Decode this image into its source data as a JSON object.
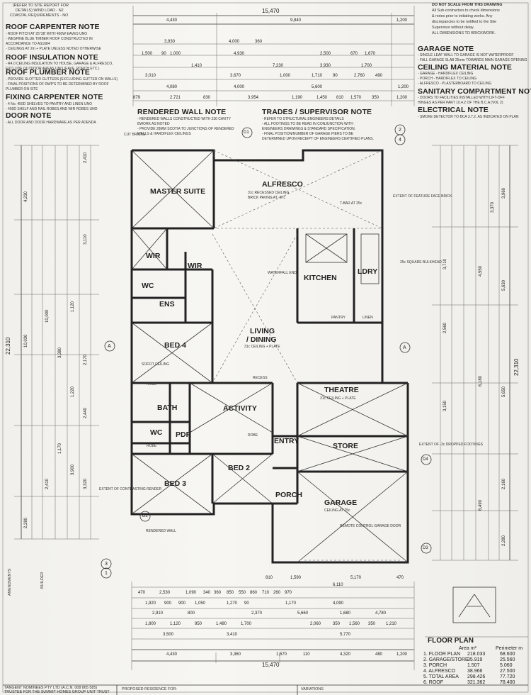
{
  "header_note": {
    "lines": [
      "(REFER TO SITE REPORT FOR",
      "DETAILS) WIND LOAD - N2",
      "COASTAL REQUIREMENTS - NO"
    ]
  },
  "top_right_note": {
    "lines": [
      "DO NOT SCALE FROM THIS DRAWING",
      "All Sub-contractors to check dimensions",
      "& notes prior to initiating works. Any",
      "discrepancies to be notified to the Site",
      "Supervisor without delay.",
      "ALL DIMENSIONS TO BRICKWORK."
    ]
  },
  "left_notes": [
    {
      "title": "ROOF CARPENTER NOTE",
      "lines": [
        "- ROOF PITCH AT 25°38' WITH 450W EAVES UNO",
        "- WESPINE BLUE TIMBER ROOF CONSTRUCTED IN",
        "ACCORDANCE TO AS1684",
        "- CEILINGS AT 2m + PLATE UNLESS NOTED OTHERWISE"
      ]
    },
    {
      "title": "ROOF INSULATION NOTE",
      "lines": [
        "- R4.0 CEILING INSULATION TO HOUSE, GARAGE & ALFRESCO,",
        "EXCLUDE OUTDOOR AREAS UNO (EAVE, PORCH ETC.)"
      ]
    },
    {
      "title": "ROOF PLUMBER NOTE",
      "lines": [
        "- PROVIDE SLOTTED GUTTERS (EXCLUDING GUTTER ON WALLS)",
        "- FINAL POSITIONS OF RWP'S TO BE DETERMINED BY ROOF",
        "PLUMBER ON SITE"
      ]
    },
    {
      "title": "FIXING CARPENTER NOTE",
      "lines": [
        "- 4 No. 450D SHELVES TO PANTRY AND LINEN UNO",
        "- 450D SHELF AND RAIL ROBES AND WIR ROBES UNO"
      ]
    },
    {
      "title": "DOOR NOTE",
      "lines": [
        "- ALL DOOR AND DOOR HARDWARE AS PER ADENDA"
      ]
    }
  ],
  "right_notes": [
    {
      "title": "GARAGE NOTE",
      "lines": [
        "- SINGLE LEAF WALL TO GARAGE IS NOT WATERPROOF",
        "- FALL GARAGE SLAB 25mm TOWARDS MAIN GARAGE OPENING"
      ]
    },
    {
      "title": "CEILING MATERIAL NOTE",
      "lines": [
        "- GARAGE - HARDIFLEX CEILING",
        "- PORCH - HARDIFLEX TO CEILING",
        "- ALFRESCO - PLASTERBOARD TO CEILING"
      ]
    },
    {
      "title": "SANITARY COMPARTMENT NOTE",
      "lines": [
        "- DOORS TO FACILITIES INSTALLED WITH LIFT-OFF",
        "HINGES AS PER PART 10.4.2 OF THE B.C.A (VOL 2)"
      ]
    },
    {
      "title": "ELECTRICAL NOTE",
      "lines": [
        "- SMOKE DETECTOR TO BCA 3.7.2. AS INDICATED ON PLAN"
      ]
    }
  ],
  "mid_notes": [
    {
      "title": "RENDERED WALL NOTE",
      "lines": [
        "- RENDERED WALLS CONSTRUCTED WITH 230 CAVITY",
        "BWORK AS NOTED",
        "- PROVIDE 28MM SCOTIA TO JUNCTIONS OF RENDERED",
        "WALLS & HARDIFLEX CEILINGS"
      ]
    },
    {
      "title": "TRADES / SUPERVISOR NOTE",
      "lines": [
        "- REFER TO STRUCTURAL ENGINEERS DETAILS",
        "- ALL FOOTINGS TO BE READ IN CONJUNCTION WITH",
        "ENGINEERS DRAWINGS & STANDARD SPECIFICATION.",
        "- FINAL POSITION/NUMBER OF GARAGE PIERS TO BE",
        "DETERMINED UPON RECEIPT OF ENGINEERS CERTIFIED PLANS."
      ]
    }
  ],
  "rooms": {
    "master_suite": "MASTER SUITE",
    "alfresco": "ALFRESCO",
    "kitchen": "KITCHEN",
    "ldry": "LDRY",
    "wir_top": "WIR",
    "wir_mid": "WIR",
    "wc_top": "WC",
    "ens": "ENS",
    "living": "LIVING",
    "dining": "/ DINING",
    "bed4": "BED 4",
    "bath": "BATH",
    "wc_bot": "WC",
    "pdr": "PDR",
    "activity": "ACTIVITY",
    "theatre": "THEATRE",
    "entry": "ENTRY",
    "store": "STORE",
    "bed2": "BED 2",
    "bed3": "BED 3",
    "porch": "PORCH",
    "garage": "GARAGE"
  },
  "plan_labels": {
    "alfresco_sub": "31c RECESSED CEILING",
    "alfresco_sub2": "BRICK PAVING AT -87c",
    "living_sub": "31c CEILING + PLATE",
    "theatre_sub": "31c CEILING + PLATE",
    "garage_sub": "CEILING AT 25c",
    "garage_door": "REMOTE CONTROL GARAGE DOOR",
    "rendered_wall": "RENDERED WALL",
    "bulkhead": "25c SQUARE BULKHEAD",
    "waterfall": "WATERFALL END",
    "pantry": "PANTRY",
    "linen": "LINEN",
    "robe1": "ROBE",
    "robe2": "ROBE",
    "robe3": "ROBE",
    "recess": "RECESS",
    "extent_render": "EXTENT OF CONTRASTING RENDER",
    "extent_feature": "EXTENT OF FEATURE FACE BRICK",
    "cut_bricks": "CUT BRICKS",
    "t_bar": "T-BAR AT 25c",
    "dropped_footings": "EXTENT OF -3c DROPPED FOOTINGS",
    "soffit": "SOFFIT CEILING"
  },
  "markers": {
    "d1": "D1",
    "d2": "D2",
    "d3": "D3",
    "d4": "D4",
    "a_left": "A",
    "a_right": "A",
    "s2": "2",
    "s4": "4",
    "s3": "3",
    "s1": "1"
  },
  "dims_top": {
    "overall": "15,470",
    "a": "4,430",
    "b": "9,840",
    "c": "1,200",
    "row2": [
      "3,930",
      "4,000",
      "360",
      "2,500",
      "670",
      "1,670"
    ],
    "row3": [
      "1,500",
      "90",
      "1,000",
      "1,410",
      "4,930",
      "7,230",
      "3,930",
      "1,700"
    ],
    "row4": [
      "3,010",
      "3,670",
      "1,000",
      "1,710",
      "90",
      "2,760",
      "490"
    ],
    "row5": [
      "4,080",
      "4,000",
      "5,600",
      "1,200"
    ],
    "row6": [
      "879",
      "2,721",
      "830",
      "3,954",
      "1,190",
      "1,450",
      "810",
      "1,570",
      "350",
      "1,200"
    ]
  },
  "dims_bottom": {
    "overall": "15,470",
    "a": "4,430",
    "b": "3,360",
    "c": "1,570",
    "d": "110",
    "e": "4,320",
    "f": "480",
    "g": "1,200",
    "row1": [
      "470",
      "2,530",
      "1,090",
      "340",
      "360",
      "850",
      "550",
      "860",
      "710",
      "260",
      "970"
    ],
    "row2": [
      "1,920",
      "900",
      "900",
      "1,050",
      "1,270",
      "90",
      "1,170",
      "4,090"
    ],
    "row3": [
      "2,910",
      "800",
      "2,370",
      "5,660",
      "1,680",
      "4,780"
    ],
    "row4": [
      "1,800",
      "1,120",
      "950",
      "1,480",
      "1,700",
      "2,060",
      "350",
      "1,560",
      "350",
      "1,210"
    ],
    "row5": [
      "3,500",
      "3,410",
      "5,770"
    ],
    "row6": [
      "6,110",
      "5,170",
      "810",
      "1,590",
      "470"
    ]
  },
  "dims_left": {
    "overall": "22,310",
    "parts": [
      "4,230",
      "10,030",
      "2,280"
    ],
    "inner": [
      "2,410",
      "3,110",
      "1,120",
      "10,000",
      "3,380",
      "2,170",
      "1,220",
      "2,440",
      "3,900",
      "3,320",
      "1,170",
      "2,410"
    ]
  },
  "dims_right": {
    "overall": "22,310",
    "parts": [
      "3,960",
      "5,630",
      "5,650",
      "2,160",
      "2,280"
    ],
    "inner": [
      "3,370",
      "4,550",
      "3,710",
      "2,560",
      "6,180",
      "3,150",
      "6,490"
    ]
  },
  "legend": {
    "title": "FLOOR PLAN",
    "col_area": "Area m²",
    "col_perim": "Perimeter m",
    "rows": [
      {
        "label": "1. FLOOR PLAN",
        "area": "218.033",
        "perim": "68.600"
      },
      {
        "label": "2. GARAGE/STORE",
        "area": "35.919",
        "perim": "25.560"
      },
      {
        "label": "3. PORCH",
        "area": "1.507",
        "perim": "5.060"
      },
      {
        "label": "4. ALFRESCO",
        "area": "38.966",
        "perim": "27.500"
      },
      {
        "label": "5. TOTAL AREA",
        "area": "298.426",
        "perim": "77.720"
      },
      {
        "label": "6. ROOF",
        "area": "321.362",
        "perim": "78.400"
      }
    ]
  },
  "title_block": {
    "line1": "TANGENT NOMINEES PTY LTD (A.C.N. 008 865 585)",
    "line2": "TRUSTEE FOR THE SUMMIT HOMES GROUP UNIT TRUST",
    "proposed": "PROPOSED RESIDENCE FOR:",
    "variations": "VARIATIONS",
    "amend": "AMENDMENTS",
    "builder": "BUILDER"
  }
}
